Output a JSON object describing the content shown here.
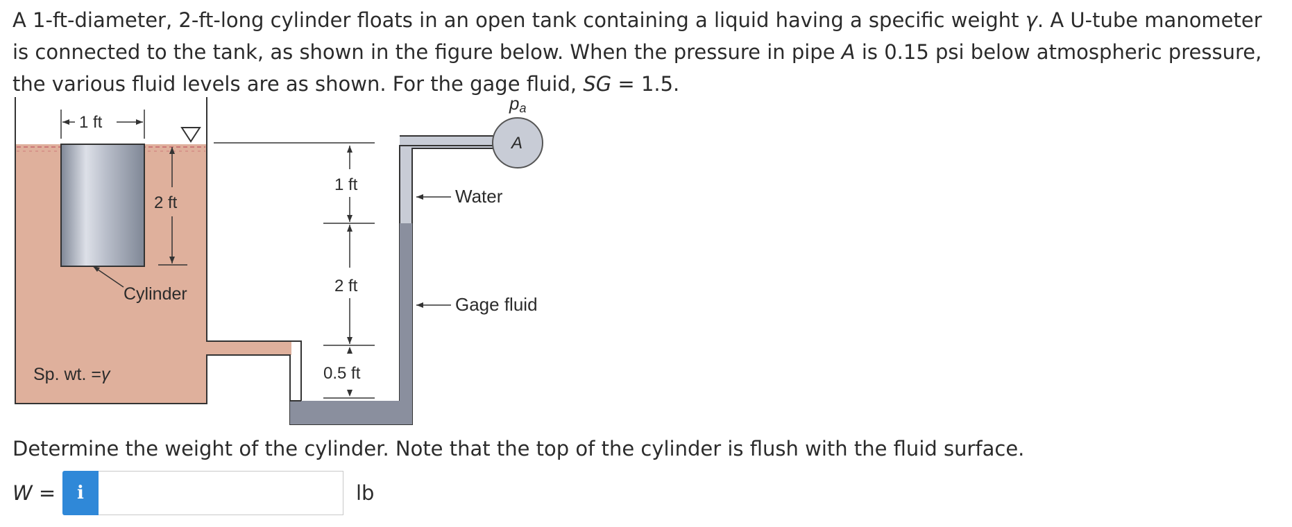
{
  "problem": {
    "part1": "A 1-ft-diameter, 2-ft-long cylinder floats in an open tank containing a liquid having a specific weight ",
    "gamma": "γ",
    "part2": ". A U-tube manometer is connected to the tank, as shown in the figure below. When the pressure in pipe ",
    "pipe": "A",
    "part3": " is 0.15 psi below atmospheric pressure, the various fluid levels are as shown. For the gage fluid, ",
    "sg_symbol": "SG",
    "part4": " = 1.5."
  },
  "figure": {
    "diameter_label": "1 ft",
    "cylinder_length_label": "2 ft",
    "cylinder_label": "Cylinder",
    "specific_weight_label": "Sp. wt. =",
    "gamma_symbol": "γ",
    "dim_water_label": "1 ft",
    "dim_gage_label": "2 ft",
    "dim_bottom_label": "0.5 ft",
    "pressure_symbol": "p",
    "pressure_subscript": "a",
    "pipe_label": "A",
    "water_label": "Water",
    "gage_fluid_label": "Gage fluid",
    "colors": {
      "tank_liquid": "#dfb09c",
      "cylinder_mid": "#dde0e8",
      "cylinder_edge": "#7f8796",
      "water": "#c8ccd6",
      "gage_fluid": "#8a8f9e",
      "outline": "#333333"
    }
  },
  "question": {
    "text": "Determine the weight of the cylinder. Note that the top of the cylinder is flush with the fluid surface.",
    "variable_label": "W",
    "equals": " =",
    "info_icon": "i",
    "input_value": "",
    "unit": "lb"
  }
}
